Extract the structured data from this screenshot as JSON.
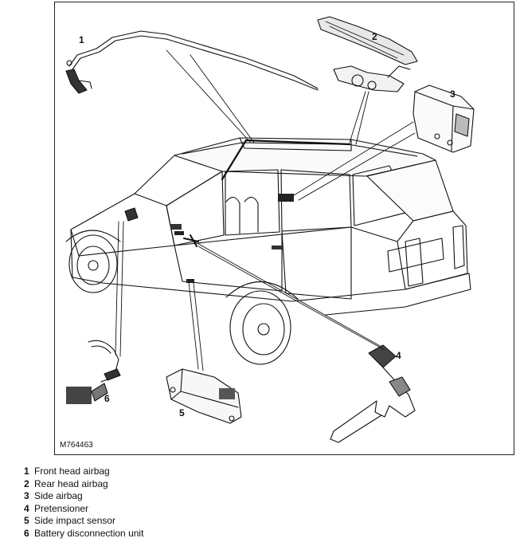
{
  "figure": {
    "id": "M764463",
    "callouts": [
      "1",
      "2",
      "3",
      "4",
      "5",
      "6"
    ]
  },
  "legend": [
    {
      "num": "1",
      "label": "Front head airbag"
    },
    {
      "num": "2",
      "label": "Rear head airbag"
    },
    {
      "num": "3",
      "label": "Side airbag"
    },
    {
      "num": "4",
      "label": "Pretensioner"
    },
    {
      "num": "5",
      "label": "Side impact sensor"
    },
    {
      "num": "6",
      "label": "Battery disconnection unit"
    }
  ]
}
